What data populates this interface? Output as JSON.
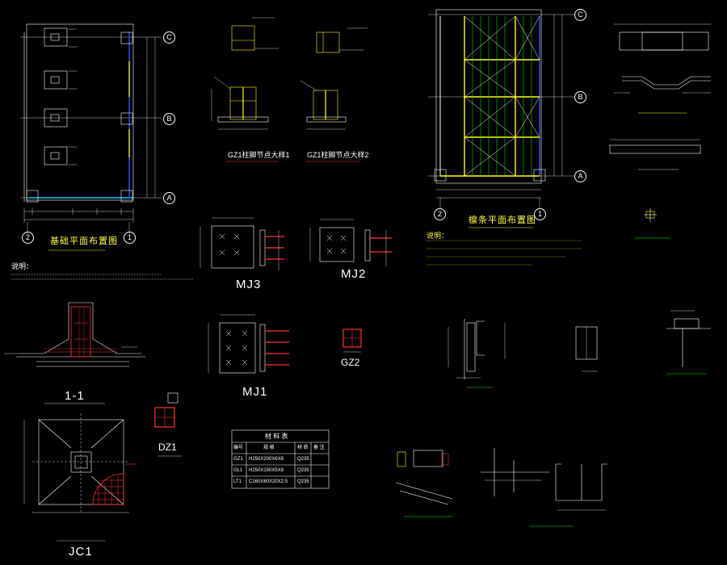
{
  "titles": {
    "foundation_plan": "基础平面布置图",
    "purlin_plan": "檩条平面布置图",
    "section_11": "1-1",
    "jc1": "JC1",
    "dz1": "DZ1",
    "gz2": "GZ2",
    "mj3": "MJ3",
    "mj2": "MJ2",
    "mj1": "MJ1",
    "gz1_node1": "GZ1柱脚节点大样1",
    "gz1_node2": "GZ1柱脚节点大样2",
    "notes_label": "说明："
  },
  "axes": {
    "c": "C",
    "b": "B",
    "a": "A",
    "two": "2",
    "one": "1"
  },
  "table": {
    "title": "材 料 表",
    "headers": [
      "编号",
      "规 格",
      "材 质",
      "备 注"
    ],
    "rows": [
      [
        "GZ1",
        "H250X200X6X8",
        "Q235",
        ""
      ],
      [
        "GL1",
        "H250X150X5X8",
        "Q235",
        ""
      ],
      [
        "LT1",
        "C160X60X20X2.5",
        "Q235",
        ""
      ]
    ]
  },
  "colors": {
    "background": "#000000",
    "line": "#ffffff",
    "accent_yellow": "#ffff00",
    "accent_red": "#ff3030",
    "accent_green": "#00ff00",
    "accent_cyan": "#00c8ff",
    "accent_blue": "#3050ff"
  }
}
